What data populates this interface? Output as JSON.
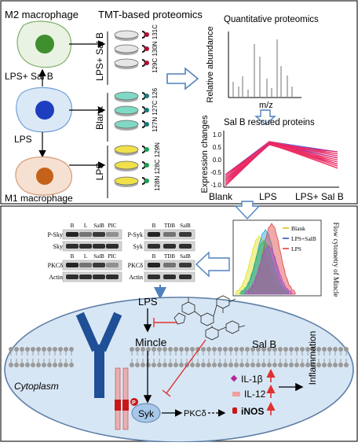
{
  "top_panel": {
    "m2_label": "M2 macrophage",
    "tmt_title": "TMT-based proteomics",
    "lps_salb_label": "LPS+ Sal B",
    "lps_label": "LPS",
    "m1_label": "M1 macrophage",
    "groups": [
      {
        "name": "LPS+ Sal B",
        "tags": [
          "129C",
          "130N",
          "131C"
        ],
        "dish_color": "#e6e6e6"
      },
      {
        "name": "Blank",
        "tags": [
          "127N",
          "127C",
          "126"
        ],
        "dish_color": "#7fd9c4"
      },
      {
        "name": "LPS",
        "tags": [
          "128N",
          "128C",
          "129N"
        ],
        "dish_color": "#f0e04a"
      }
    ],
    "quant_title": "Quantitative proteomics",
    "ms_ylabel": "Relative abundance",
    "ms_xlabel": "m/z",
    "rescued_title": "Sal B rescued proteins",
    "trend_ylabel": "Expression changes",
    "trend_ticks": [
      "1.0",
      "0.5",
      "0.0",
      "-0.5",
      "-1.0"
    ],
    "trend_x": [
      "Blank",
      "LPS",
      "LPS+ Sal B"
    ]
  },
  "bottom_panel": {
    "blot_left": {
      "lanes": [
        "B",
        "L",
        "SalB",
        "PIC"
      ],
      "rows": [
        "P-Sky",
        "Sky",
        "PKCδ",
        "Actin"
      ]
    },
    "blot_right": {
      "lanes": [
        "B",
        "TDB",
        "SalB"
      ],
      "rows": [
        "P-Syk",
        "Syk",
        "PKCδ",
        "Actin"
      ]
    },
    "flow_legend": [
      "Blank",
      "LPS+SalB",
      "LPS"
    ],
    "flow_ylabel": "Flow cytometry of Mincle",
    "lps": "LPS",
    "salb": "Sal B",
    "mincle": "Mincle",
    "cytoplasm": "Cytoplasm",
    "syk": "Syk",
    "p": "P",
    "pkc": "PKCδ",
    "il1b": "IL-1β",
    "il12": "IL-12",
    "inos": "iNOS",
    "inflammation": "Inflammation"
  },
  "colors": {
    "m2_nucleus": "#3f8f2e",
    "m0_nucleus": "#1d3fbf",
    "m1_nucleus": "#c4621a",
    "arrow_blue": "#4f81bd",
    "inhibit_red": "#e03030",
    "mincle_blue": "#1f4f96",
    "cell_fill": "#d7e6f4"
  }
}
